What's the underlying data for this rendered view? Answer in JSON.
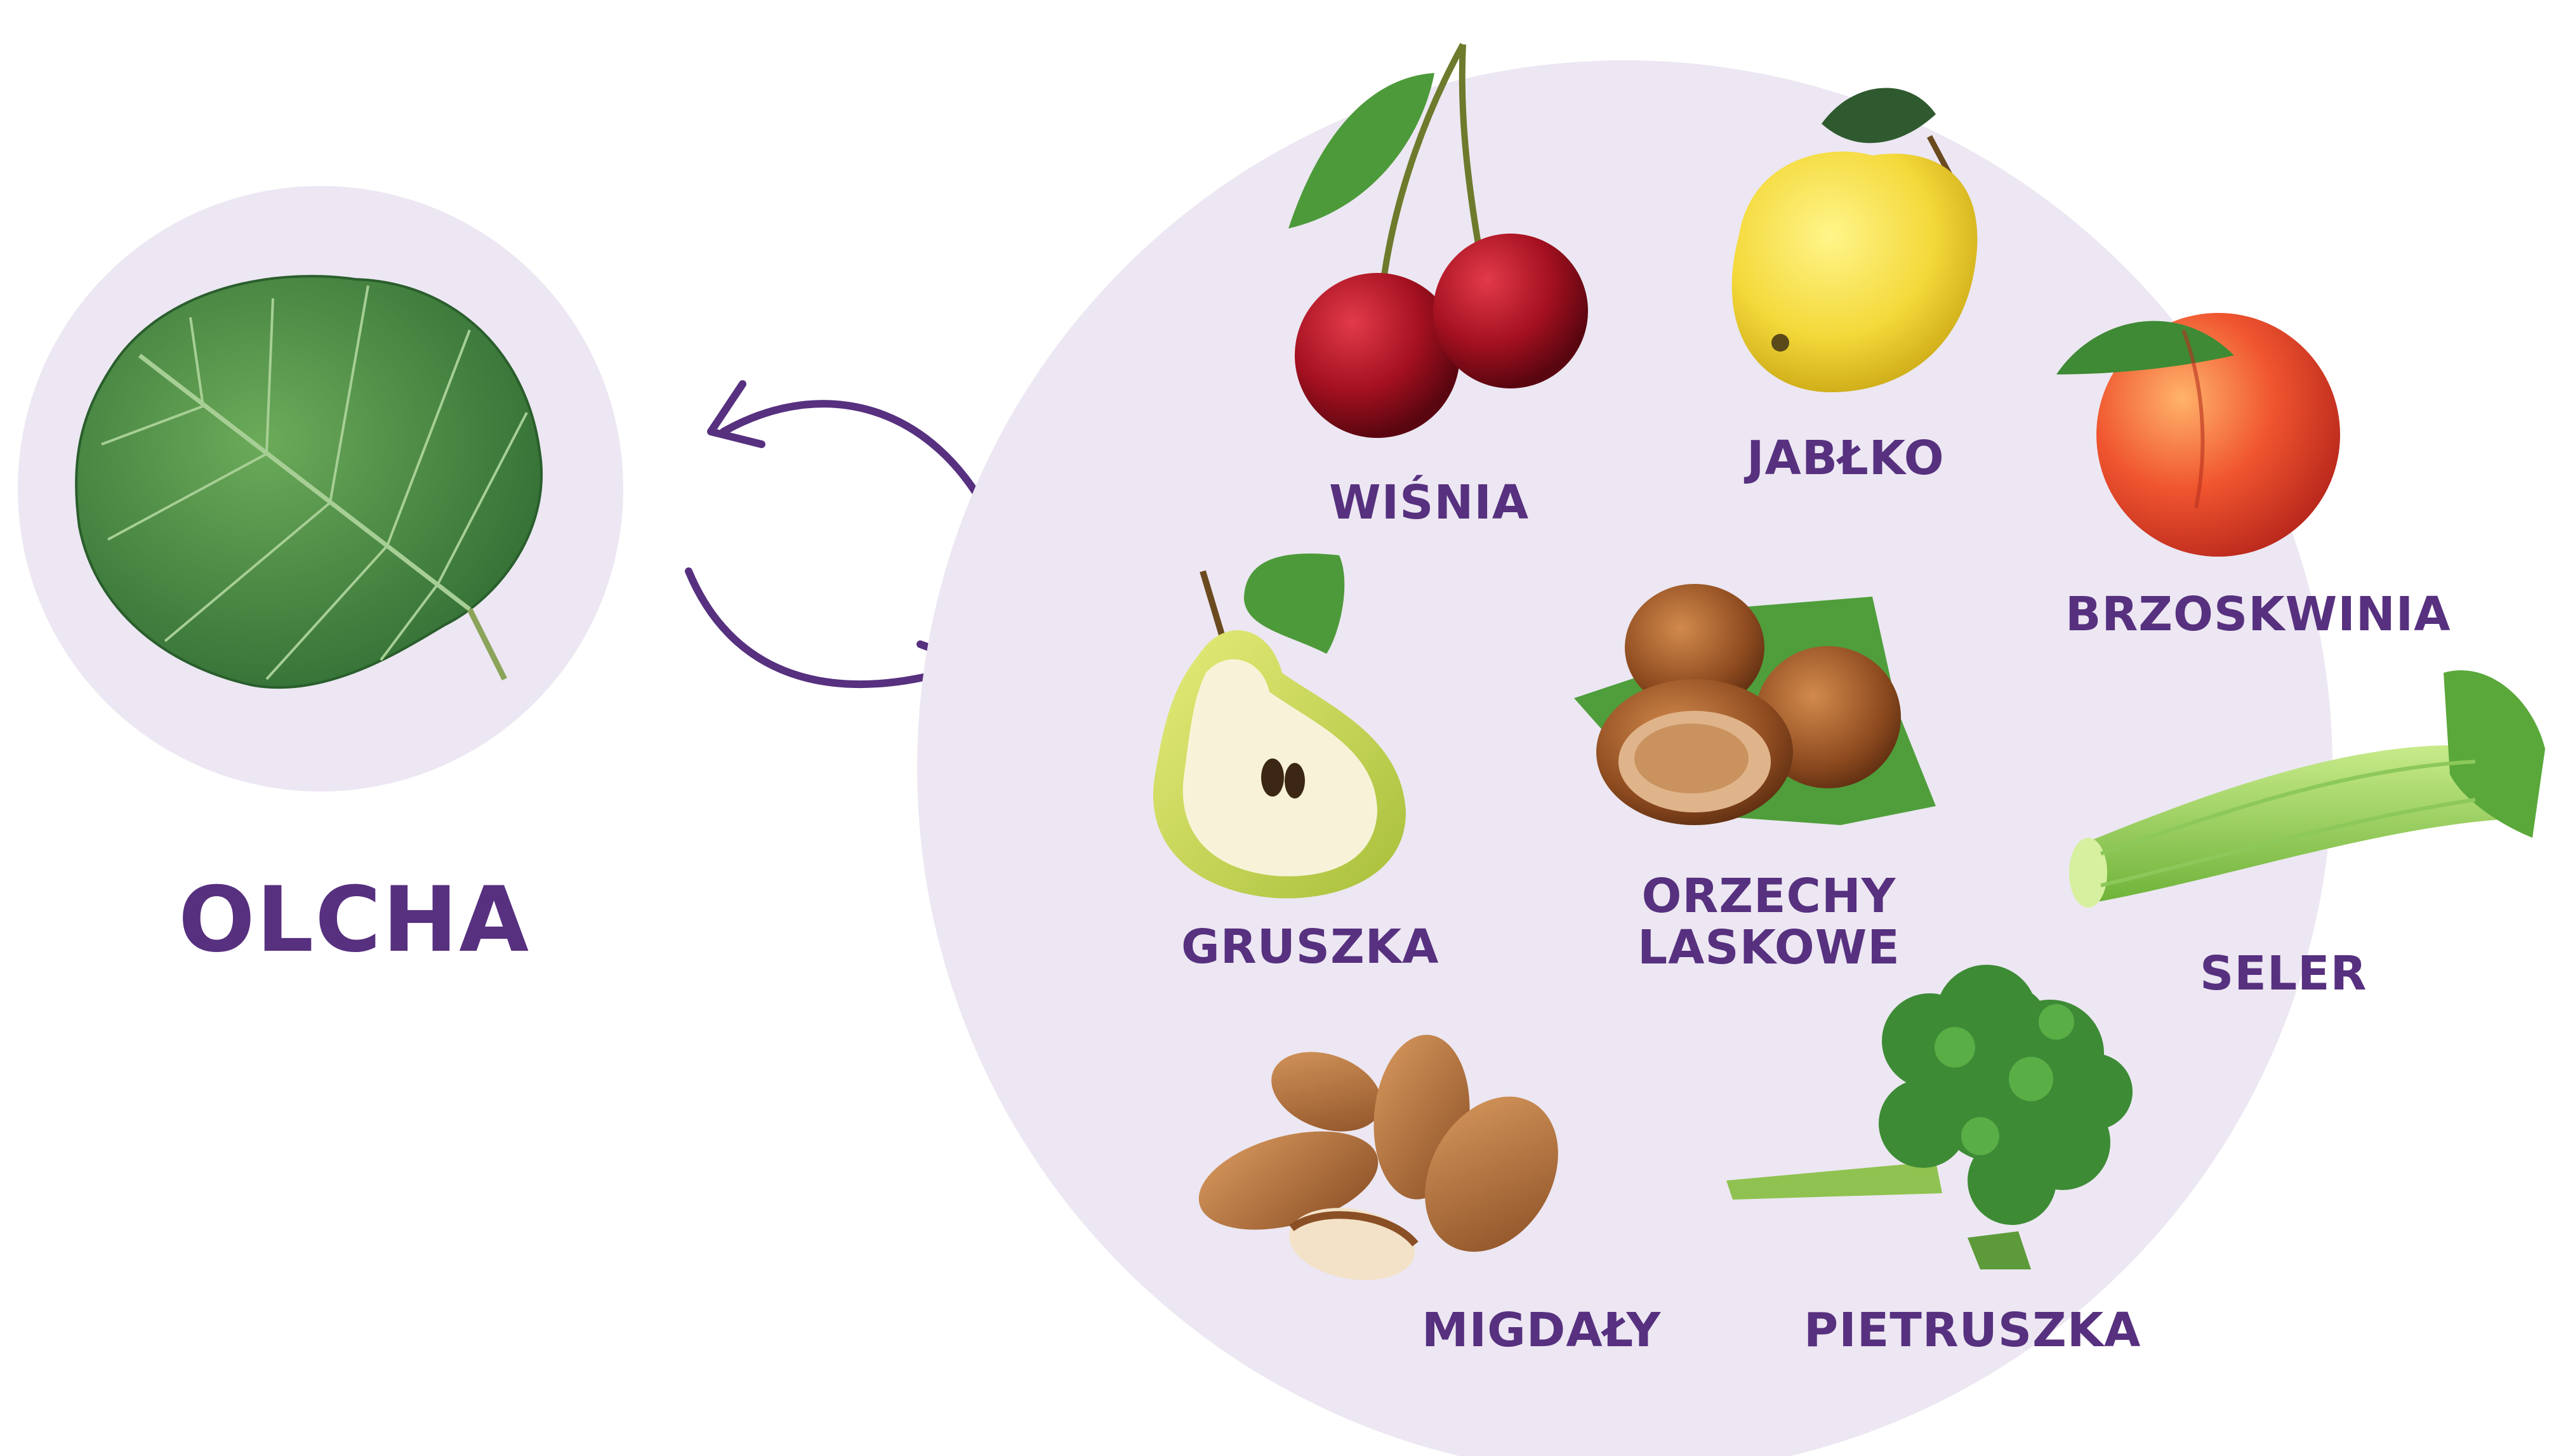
{
  "colors": {
    "accent": "#57307f",
    "circle_fill": "#ece7f2",
    "background": "#ffffff"
  },
  "source": {
    "name": "OLCHA",
    "icon": "alder-leaf-icon"
  },
  "arrows": {
    "icon": "cross-reaction-arrows-icon"
  },
  "foods": [
    {
      "label": "WIŚNIA",
      "icon": "cherry-icon"
    },
    {
      "label": "JABŁKO",
      "icon": "apple-icon"
    },
    {
      "label": "BRZOSKWINIA",
      "icon": "peach-icon"
    },
    {
      "label": "GRUSZKA",
      "icon": "pear-icon"
    },
    {
      "label": "ORZECHY",
      "label_line2": "LASKOWE",
      "icon": "hazelnut-icon"
    },
    {
      "label": "SELER",
      "icon": "celery-icon"
    },
    {
      "label": "MIGDAŁY",
      "icon": "almond-icon"
    },
    {
      "label": "PIETRUSZKA",
      "icon": "parsley-icon"
    }
  ]
}
